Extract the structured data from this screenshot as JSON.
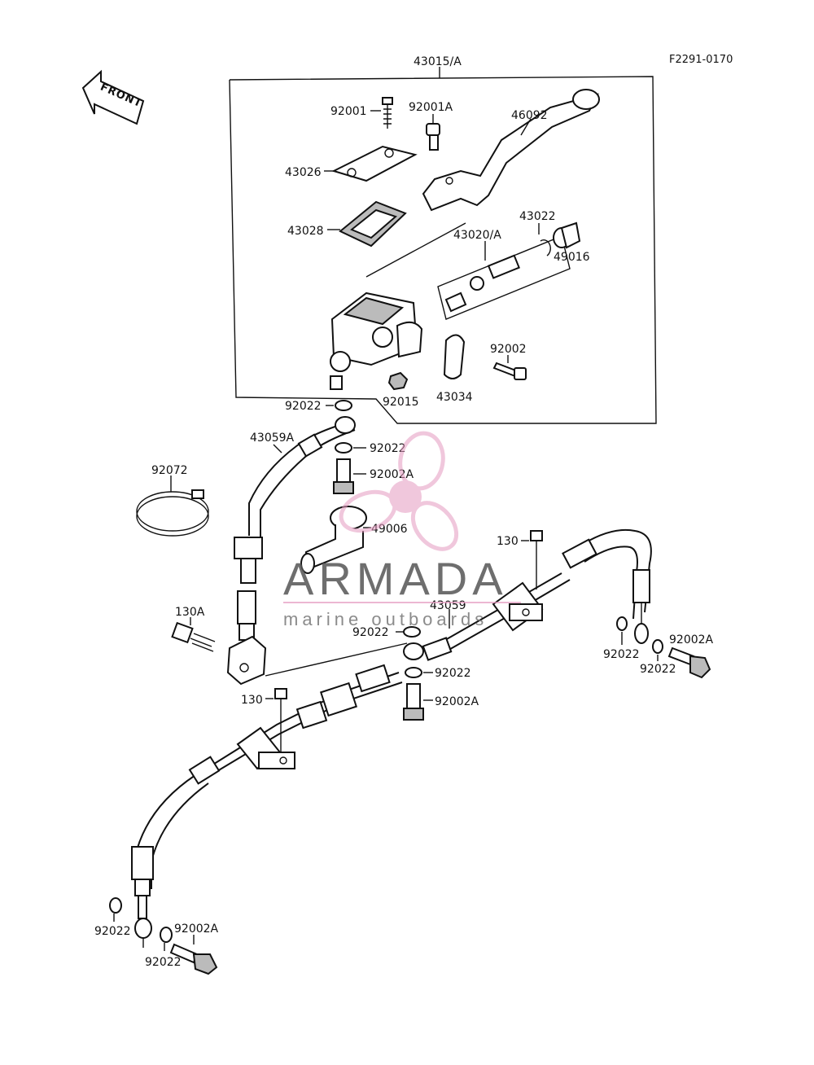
{
  "figure": {
    "code": "F2291-0170",
    "front_label": "FRONT"
  },
  "labels": {
    "l43015A": "43015/A",
    "l92001": "92001",
    "l92001A": "92001A",
    "l46092": "46092",
    "l43026": "43026",
    "l43028": "43028",
    "l43022": "43022",
    "l43020A": "43020/A",
    "l49016": "49016",
    "l92002": "92002",
    "l92022_top": "92022",
    "l92015": "92015",
    "l43034": "43034",
    "l43059A": "43059A",
    "l92022_b": "92022",
    "l92002A_b": "92002A",
    "l92072": "92072",
    "l49006": "49006",
    "l130_right": "130",
    "l130A": "130A",
    "l43059": "43059",
    "l92022_c": "92022",
    "l92022_d": "92022",
    "l92002A_c": "92002A",
    "l92022_r1": "92022",
    "l92002A_r": "92002A",
    "l92022_r2": "92022",
    "l130_left": "130",
    "l92022_bl1": "92022",
    "l92002A_bl": "92002A",
    "l92022_bl2": "92022"
  },
  "watermark": {
    "title": "ARMADA",
    "subtitle": "marine outboards",
    "accent_color": "#e59ac0"
  }
}
